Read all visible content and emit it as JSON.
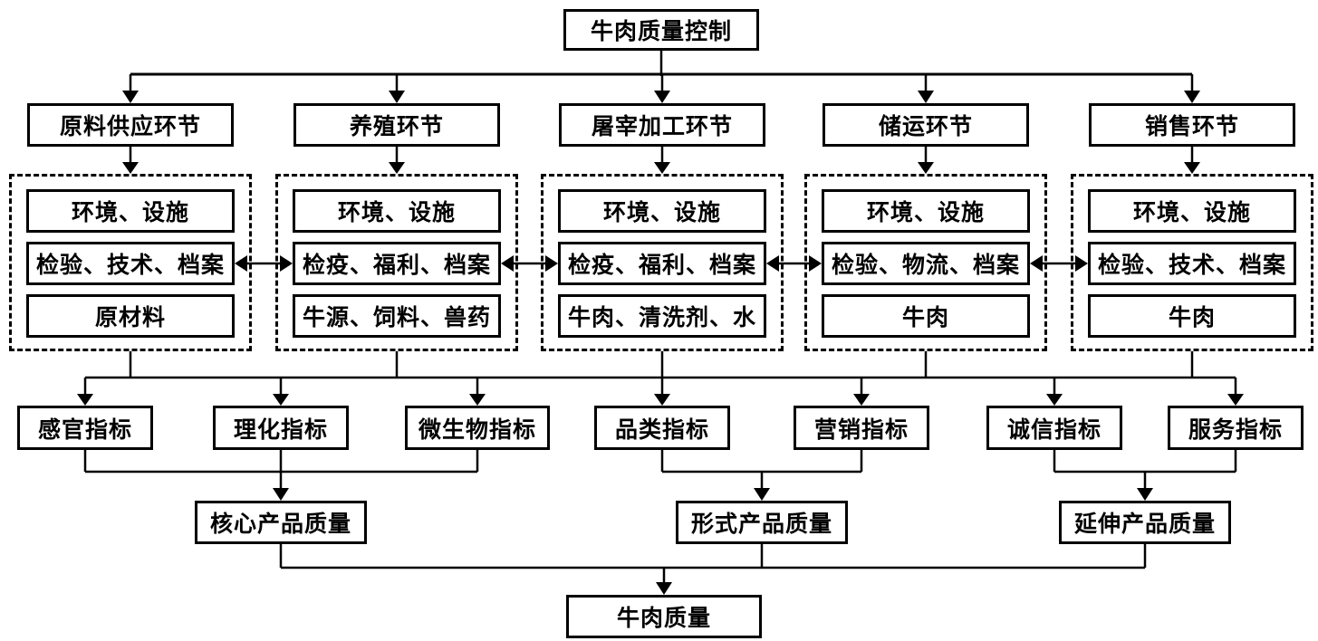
{
  "diagram": {
    "title": "牛肉质量控制",
    "stages": [
      {
        "label": "原料供应环节",
        "elements": [
          "环境、设施",
          "检验、技术、档案",
          "原材料"
        ]
      },
      {
        "label": "养殖环节",
        "elements": [
          "环境、设施",
          "检疫、福利、档案",
          "牛源、饲料、兽药"
        ]
      },
      {
        "label": "屠宰加工环节",
        "elements": [
          "环境、设施",
          "检疫、福利、档案",
          "牛肉、清洗剂、水"
        ]
      },
      {
        "label": "储运环节",
        "elements": [
          "环境、设施",
          "检验、物流、档案",
          "牛肉"
        ]
      },
      {
        "label": "销售环节",
        "elements": [
          "环境、设施",
          "检验、技术、档案",
          "牛肉"
        ]
      }
    ],
    "indicators": [
      "感官指标",
      "理化指标",
      "微生物指标",
      "品类指标",
      "营销指标",
      "诚信指标",
      "服务指标"
    ],
    "qualities": [
      "核心产品质量",
      "形式产品质量",
      "延伸产品质量"
    ],
    "final": "牛肉质量",
    "colors": {
      "line": "#000000",
      "box_border": "#000000",
      "background": "#ffffff"
    }
  }
}
